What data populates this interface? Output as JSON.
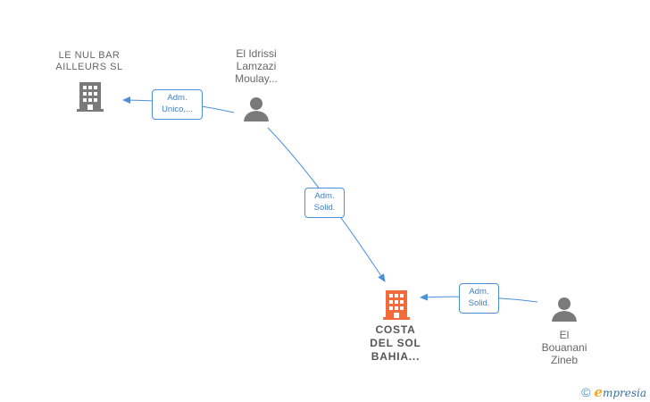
{
  "nodes": {
    "lenul": {
      "lines": [
        "LE NUL BAR",
        "AILLEURS  SL"
      ]
    },
    "idrissi": {
      "lines": [
        "El Idrissi",
        "Lamzazi",
        "Moulay..."
      ]
    },
    "costa": {
      "lines": [
        "COSTA",
        "DEL SOL",
        "BAHIA..."
      ]
    },
    "bouanani": {
      "lines": [
        "El",
        "Bouanani",
        "Zineb"
      ]
    }
  },
  "edges": {
    "e1": {
      "lines": [
        "Adm.",
        "Unico,..."
      ]
    },
    "e2": {
      "lines": [
        "Adm.",
        "Solid."
      ]
    },
    "e3": {
      "lines": [
        "Adm.",
        "Solid."
      ]
    }
  },
  "colors": {
    "edge": "#4a90d9",
    "company": "#7a7a7a",
    "company_main": "#f26b3a",
    "person": "#7a7a7a"
  },
  "footer": {
    "copyright": "©",
    "brand_initial": "e",
    "brand_rest": "mpresia"
  }
}
